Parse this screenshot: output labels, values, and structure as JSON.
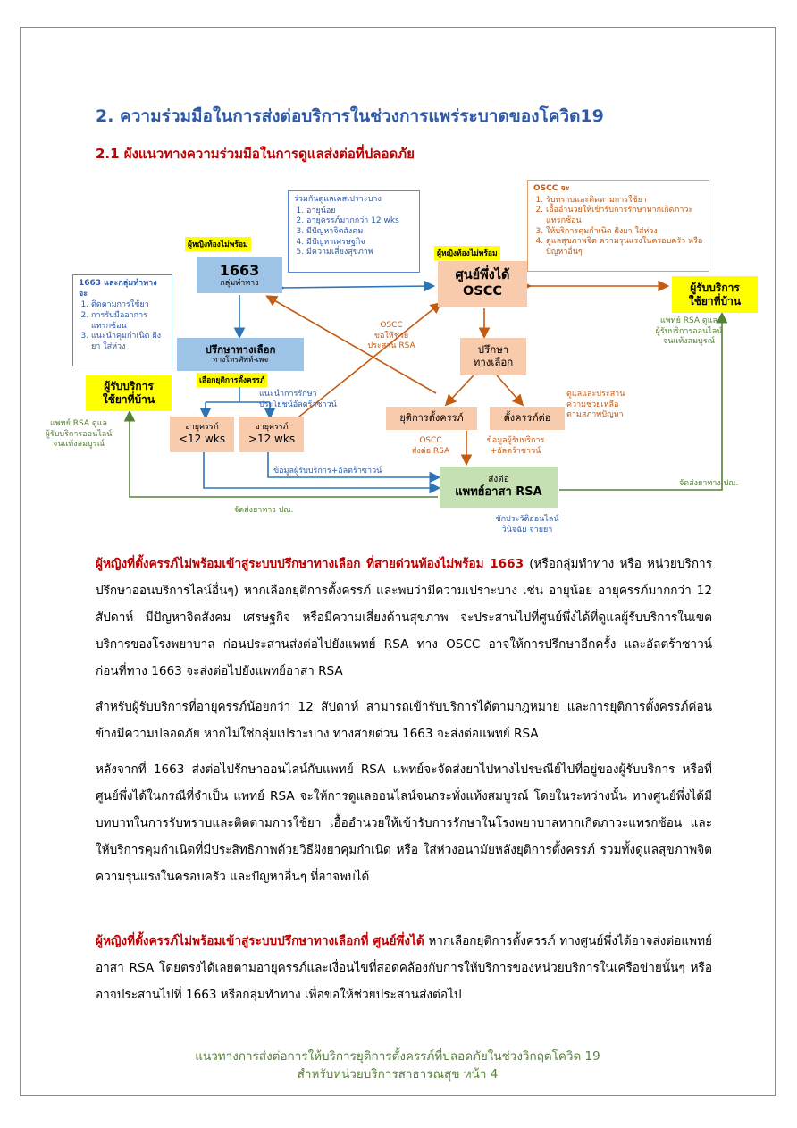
{
  "heading": "2. ความร่วมมือในการส่งต่อบริการในช่วงการแพร่ระบาดของโควิด19",
  "subheading": "2.1 ผังแนวทางความร่วมมือในการดูแลส่งต่อที่ปลอดภัย",
  "diagram": {
    "tag_left": "ผู้หญิงท้องไม่พร้อม",
    "tag_right": "ผู้หญิงท้องไม่พร้อม",
    "node_1663_title": "1663",
    "node_1663_sub": "กลุ่มทำทาง",
    "node_oscc_title": "ศูนย์พึ่งได้",
    "node_oscc_sub": "OSCC",
    "node_client_right_1": "ผู้รับบริการ",
    "node_client_right_2": "ใช้ยาที่บ้าน",
    "node_client_left_1": "ผู้รับบริการ",
    "node_client_left_2": "ใช้ยาที่บ้าน",
    "node_consult_title": "ปรึกษาทางเลือก",
    "node_consult_sub": "ทางโทรศัพท์-เพจ",
    "tag_choose": "เลือกยุติการตั้งครรภ์",
    "node_lt12_1": "อายุครรภ์",
    "node_lt12_2": "<12 wks",
    "node_gt12_1": "อายุครรภ์",
    "node_gt12_2": ">12 wks",
    "node_consult2_1": "ปรึกษา",
    "node_consult2_2": "ทางเลือก",
    "node_terminate": "ยุติการตั้งครรภ์",
    "node_continue": "ตั้งครรภ์ต่อ",
    "node_rsa_1": "ส่งต่อ",
    "node_rsa_2": "แพทย์อาสา RSA",
    "note_vulnerable": {
      "title": "ร่วมกันดูแลเคสเปราะบาง",
      "items": [
        "อายุน้อย",
        "อายุครรภ์มากกว่า 12 wks",
        "มีปัญหาจิตสังคม",
        "มีปัญหาเศรษฐกิจ",
        "มีความเสี่ยงสุขภาพ"
      ]
    },
    "note_oscc": {
      "title": "OSCC จะ",
      "items": [
        "รับทราบและติดตามการใช้ยา",
        "เอื้ออำนวยให้เข้ารับการรักษาหากเกิดภาวะแทรกซ้อน",
        "ให้บริการคุมกำเนิด ฝังยา ใส่ห่วง",
        "ดูแลสุขภาพจิต ความรุนแรงในครอบครัว หรือปัญหาอื่นๆ"
      ]
    },
    "note_1663": {
      "title": "1663 และกลุ่มทำทาง จะ",
      "items": [
        "ติดตามการใช้ยา",
        "การรับมืออาการแทรกซ้อน",
        "แนะนำคุมกำเนิด ฝังยา ใส่ห่วง"
      ]
    },
    "lbl_oscc_help": "OSCC\nขอให้ช่วย\nประสาน RSA",
    "lbl_rsa_right": "แพทย์ RSA ดูแล\nผู้รับบริการออนไลน์\nจนแท้งสมบูรณ์",
    "lbl_rsa_left": "แพทย์ RSA ดูแล\nผู้รับบริการออนไลน์\nจนแท้งสมบูรณ์",
    "lbl_advise_benefit": "แนะนำการรักษา\nประโยชน์อัลตร้าซาวน์",
    "lbl_continue_care": "ดูแลและประสาน\nความช่วยเหลือ\nตามสภาพปัญหา",
    "lbl_oscc_send": "OSCC\nส่งต่อ RSA",
    "lbl_client_info_r": "ข้อมูลผู้รับบริการ\n+อัลตร้าซาวน์",
    "lbl_client_info_l": "ข้อมูลผู้รับบริการ+อัลตร้าซาวน์",
    "lbl_ship_left": "จัดส่งยาทาง ปณ.",
    "lbl_ship_right": "จัดส่งยาทาง ปณ.",
    "lbl_history": "ซักประวัติออนไลน์\nวินิจฉัย จ่ายยา"
  },
  "p1_red": "ผู้หญิงที่ตั้งครรภ์ไม่พร้อมเข้าสู่ระบบปรึกษาทางเลือก ที่สายด่วนท้องไม่พร้อม 1663",
  "p1_rest": " (หรือกลุ่มทำทาง หรือ หน่วยบริการปรึกษาออนบริการไลน์อื่นๆ) หากเลือกยุติการตั้งครรภ์ และพบว่ามีความเปราะบาง เช่น อายุน้อย อายุครรภ์มากกว่า 12 สัปดาห์ มีปัญหาจิตสังคม เศรษฐกิจ หรือมีความเสี่ยงด้านสุขภาพ จะประสานไปที่ศูนย์พึ่งได้ที่ดูแลผู้รับบริการในเขตบริการของโรงพยาบาล ก่อนประสานส่งต่อไปยังแพทย์ RSA ทาง OSCC อาจให้การปรึกษาอีกครั้ง และอัลตร้าซาวน์ ก่อนที่ทาง 1663 จะส่งต่อไปยังแพทย์อาสา RSA",
  "p2": "สำหรับผู้รับบริการที่อายุครรภ์น้อยกว่า 12 สัปดาห์ สามารถเข้ารับบริการได้ตามกฎหมาย และการยุติการตั้งครรภ์ค่อนข้างมีความปลอดภัย หากไม่ใช่กลุ่มเปราะบาง ทางสายด่วน 1663 จะส่งต่อแพทย์ RSA",
  "p3": "หลังจากที่ 1663 ส่งต่อไปรักษาออนไลน์กับแพทย์ RSA แพทย์จะจัดส่งยาไปทางไปรษณีย์ไปที่อยู่ของผู้รับบริการ หรือที่ศูนย์พึ่งได้ในกรณีที่จำเป็น แพทย์ RSA จะให้การดูแลออนไลน์จนกระทั่งแท้งสมบูรณ์ โดยในระหว่างนั้น ทางศูนย์พึ่งได้มีบทบาทในการรับทราบและติดตามการใช้ยา เอื้ออำนวยให้เข้ารับการรักษาในโรงพยาบาลหากเกิดภาวะแทรกซ้อน และให้บริการคุมกำเนิดที่มีประสิทธิภาพด้วยวิธีฝังยาคุมกำเนิด หรือ ใส่ห่วงอนามัยหลังยุติการตั้งครรภ์ รวมทั้งดูแลสุขภาพจิต ความรุนแรงในครอบครัว และปัญหาอื่นๆ ที่อาจพบได้",
  "p4_red": "ผู้หญิงที่ตั้งครรภ์ไม่พร้อมเข้าสู่ระบบปรึกษาทางเลือกที่ ศูนย์พึ่งได้",
  "p4_rest": " หากเลือกยุติการตั้งครรภ์ ทางศูนย์พึ่งได้อาจส่งต่อแพทย์อาสา RSA โดยตรงได้เลยตามอายุครรภ์และเงื่อนไขที่สอดคล้องกับการให้บริการของหน่วยบริการในเครือข่ายนั้นๆ หรืออาจประสานไปที่ 1663 หรือกลุ่มทำทาง เพื่อขอให้ช่วยประสานส่งต่อไป",
  "footer_line1": "แนวทางการส่งต่อการให้บริการยุติการตั้งครรภ์ที่ปลอดภัยในช่วงวิกฤตโควิด 19",
  "footer_line2": "สำหรับหน่วยบริการสาธารณสุข หน้า 4"
}
